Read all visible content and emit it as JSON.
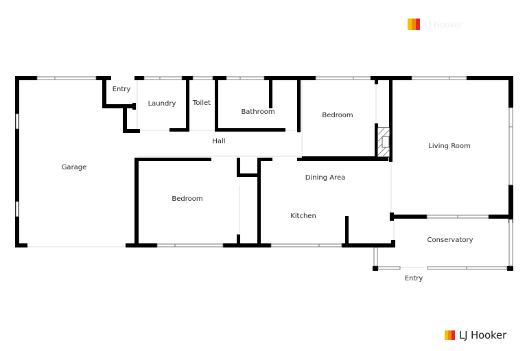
{
  "brand": {
    "name": "LJ Hooker",
    "colors": [
      "#f6c200",
      "#f08a00",
      "#e3262b"
    ],
    "watermark_text": "LJ Hooker"
  },
  "rooms": [
    {
      "id": "entry_top",
      "label": "Entry"
    },
    {
      "id": "laundry",
      "label": "Laundry"
    },
    {
      "id": "toilet",
      "label": "Toilet"
    },
    {
      "id": "bathroom",
      "label": "Bathroom"
    },
    {
      "id": "bedroom1",
      "label": "Bedroom"
    },
    {
      "id": "living",
      "label": "Living Room"
    },
    {
      "id": "hall",
      "label": "Hall"
    },
    {
      "id": "garage",
      "label": "Garage"
    },
    {
      "id": "bedroom2",
      "label": "Bedroom"
    },
    {
      "id": "dining",
      "label": "Dining Area"
    },
    {
      "id": "kitchen",
      "label": "Kitchen"
    },
    {
      "id": "conservatory",
      "label": "Conservatory"
    },
    {
      "id": "entry_bottom",
      "label": "Entry"
    }
  ]
}
